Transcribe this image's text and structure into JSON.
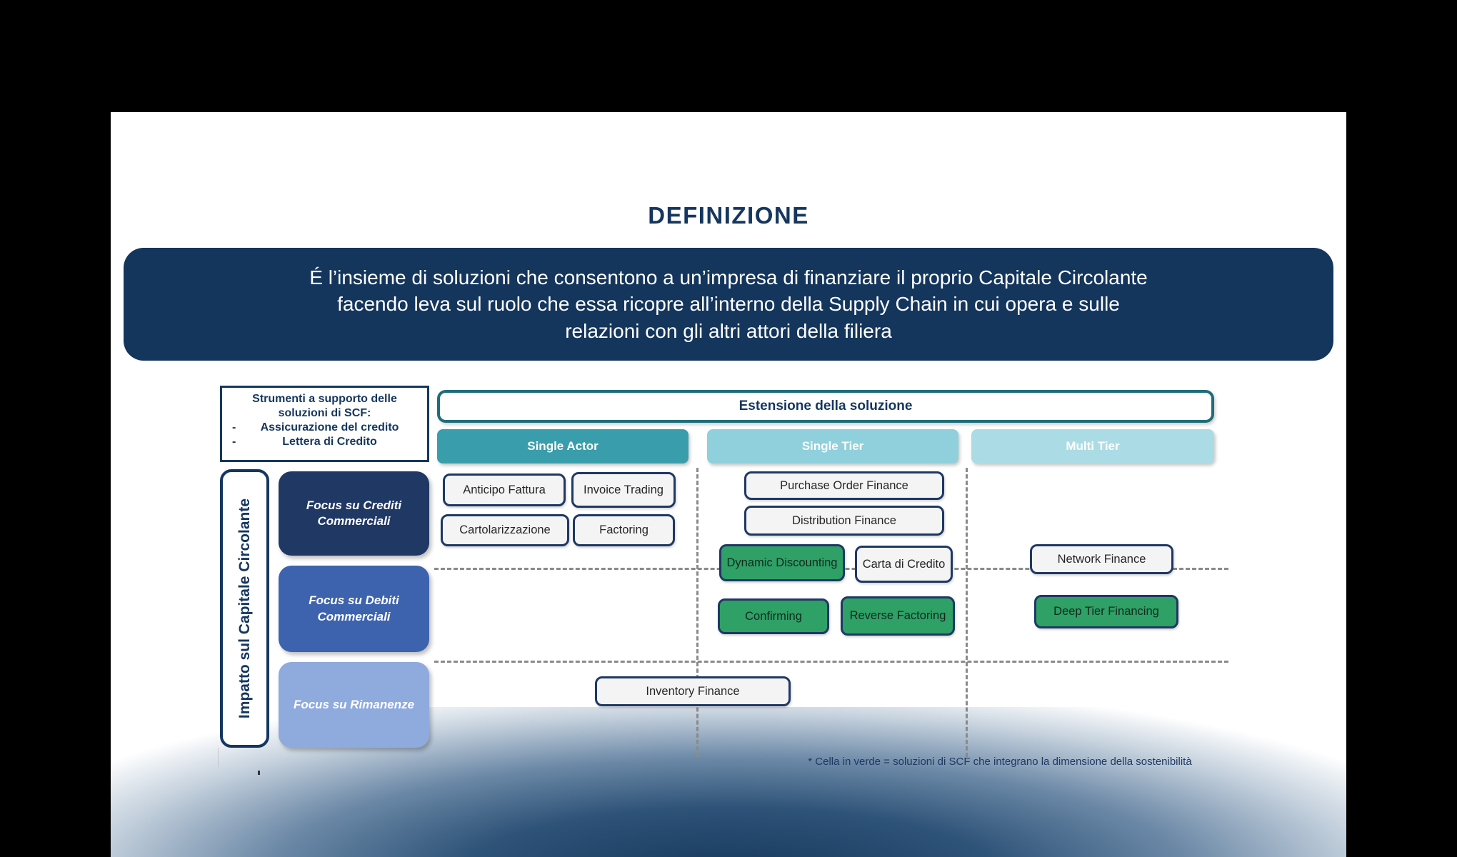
{
  "title": "DEFINIZIONE",
  "intro": {
    "lines": [
      "É l’insieme di soluzioni che consentono a un’impresa di finanziare il proprio Capitale Circolante",
      "facendo leva sul ruolo che essa ricopre all’interno della Supply Chain in cui opera e sulle",
      "relazioni con gli altri attori della filiera"
    ]
  },
  "support_box": {
    "title_line1": "Strumenti a supporto delle",
    "title_line2": "soluzioni di SCF:",
    "bullet": "-",
    "items": [
      "Assicurazione del credito",
      "Lettera di Credito"
    ]
  },
  "matrix": {
    "extension_header": "Estensione della soluzione",
    "vertical_axis": "Impatto sul Capitale Circolante",
    "columns": [
      {
        "label": "Single Actor",
        "color": "#3A9DAB"
      },
      {
        "label": "Single Tier",
        "color": "#8FD0DC"
      },
      {
        "label": "Multi Tier",
        "color": "#ABDCE5"
      }
    ],
    "rows": [
      {
        "label": "Focus su Crediti Commerciali",
        "color": "#203864"
      },
      {
        "label": "Focus su Debiti Commerciali",
        "color": "#3E63AE"
      },
      {
        "label": "Focus su Rimanenze",
        "color": "#8FAADC"
      }
    ],
    "cells": [
      {
        "label": "Anticipo Fattura",
        "green": false
      },
      {
        "label": "Invoice Trading",
        "green": false
      },
      {
        "label": "Cartolarizzazione",
        "green": false
      },
      {
        "label": "Factoring",
        "green": false
      },
      {
        "label": "Purchase Order Finance",
        "green": false
      },
      {
        "label": "Distribution Finance",
        "green": false
      },
      {
        "label": "Dynamic Discounting",
        "green": true
      },
      {
        "label": "Carta di Credito",
        "green": false
      },
      {
        "label": "Network Finance",
        "green": false
      },
      {
        "label": "Confirming",
        "green": true
      },
      {
        "label": "Reverse Factoring",
        "green": true
      },
      {
        "label": "Deep Tier Financing",
        "green": true
      },
      {
        "label": "Inventory Finance",
        "green": false
      }
    ]
  },
  "footnote": "* Cella in verde = soluzioni di SCF che integrano la dimensione della sostenibilità",
  "colors": {
    "navy": "#15365F",
    "intro_background": "#14355C",
    "teal_border": "#1E6E7A",
    "green_cell": "#2FA066",
    "cell_background": "#F4F4F4",
    "cell_border": "#1F3864"
  }
}
